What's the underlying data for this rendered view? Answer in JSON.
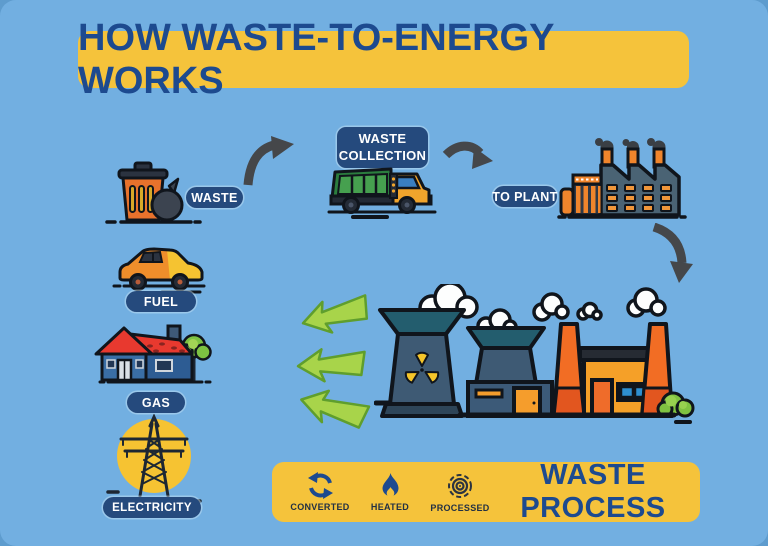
{
  "header": {
    "title": "HOW WASTE-TO-ENERGY WORKS"
  },
  "flow": {
    "waste_label": "WASTE",
    "waste_collection_line1": "WASTE",
    "waste_collection_line2": "COLLECTION",
    "to_plant_label": "TO PLANT"
  },
  "outputs": {
    "fuel_label": "FUEL",
    "gas_label": "GAS",
    "electricity_label": "ELECTRICITY"
  },
  "process_banner": {
    "title": "WASTE PROCESS",
    "steps": [
      {
        "label": "CONVERTED",
        "icon": "recycle-arrows-icon"
      },
      {
        "label": "HEATED",
        "icon": "flame-icon"
      },
      {
        "label": "PROCESSED",
        "icon": "spiral-icon"
      }
    ]
  },
  "icons": {
    "waste_source": "trash-can-icon",
    "collection": "garbage-truck-icon",
    "to_plant": "factory-icon",
    "energy_plant": "power-plant-icon",
    "fuel": "car-icon",
    "gas": "house-icon",
    "electricity": "power-pylon-icon",
    "flow_arrows": "curved-arrow-icon",
    "output_arrows": "green-arrow-icon"
  },
  "colors": {
    "background": "#5E9CCE",
    "panel": "#72AFE1",
    "banner_yellow": "#F5C33B",
    "pill_navy": "#254A7D",
    "text_navy": "#1D4A8F",
    "arrow_dark": "#45474A",
    "arrow_green": "#A8D44A",
    "arrow_green_border": "#5F9E2D"
  }
}
